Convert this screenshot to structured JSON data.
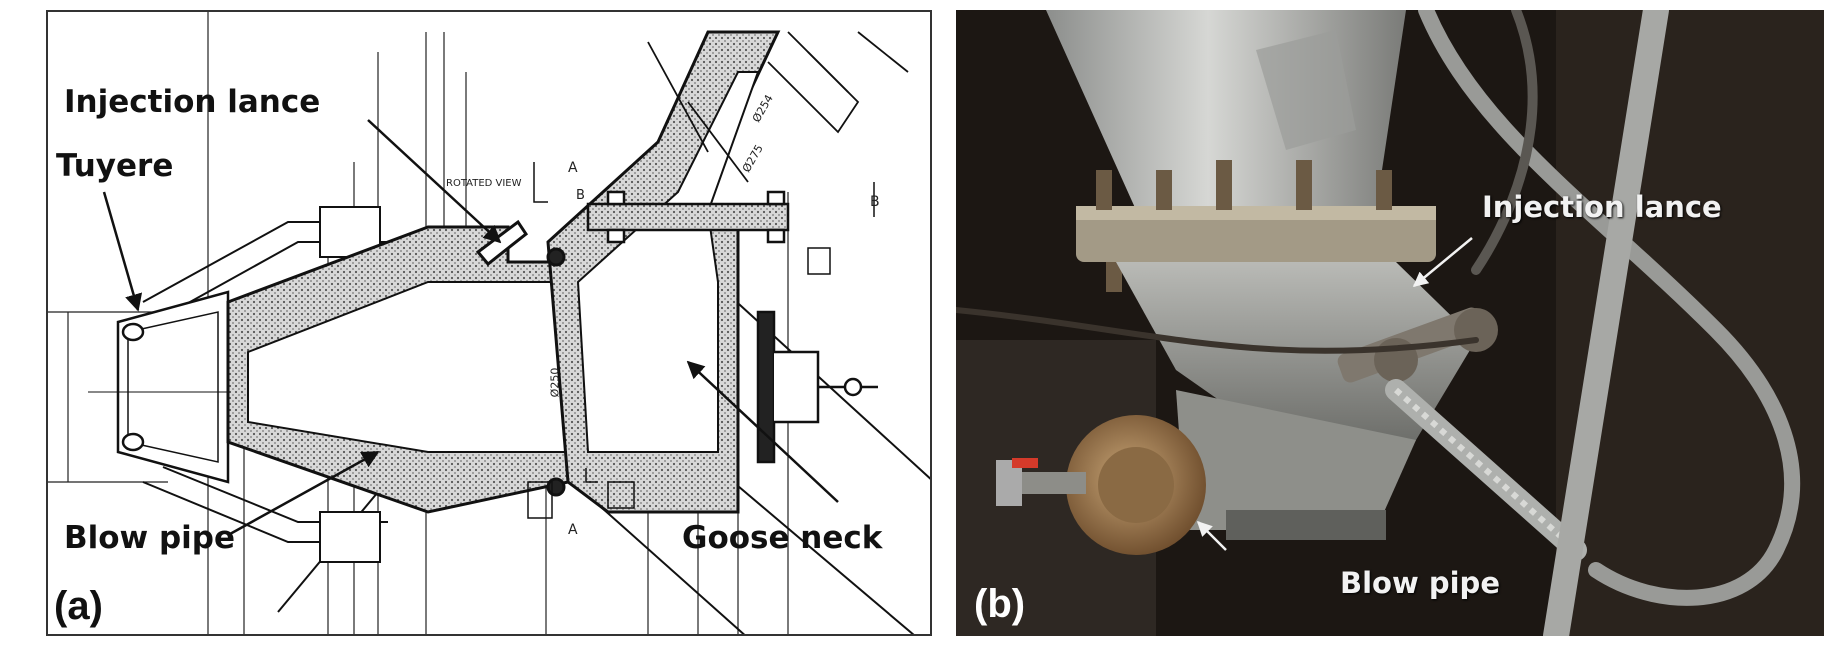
{
  "panel_a": {
    "label": "(a)",
    "callouts": {
      "injection_lance": "Injection lance",
      "tuyere": "Tuyere",
      "blow_pipe": "Blow pipe",
      "goose_neck": "Goose neck"
    },
    "drawing_text": {
      "rotated_view": "ROTATED VIEW",
      "section_a": "A",
      "section_b": "B",
      "dia_275": "Ø275",
      "dia_254": "Ø254",
      "dia_250": "Ø250"
    }
  },
  "panel_b": {
    "label": "(b)",
    "callouts": {
      "injection_lance": "Injection lance",
      "blow_pipe": "Blow pipe"
    }
  },
  "colors": {
    "panel_b_background": "#1c1713",
    "callout_text_b": "#f2f2f2",
    "drawing_line": "#111111"
  }
}
